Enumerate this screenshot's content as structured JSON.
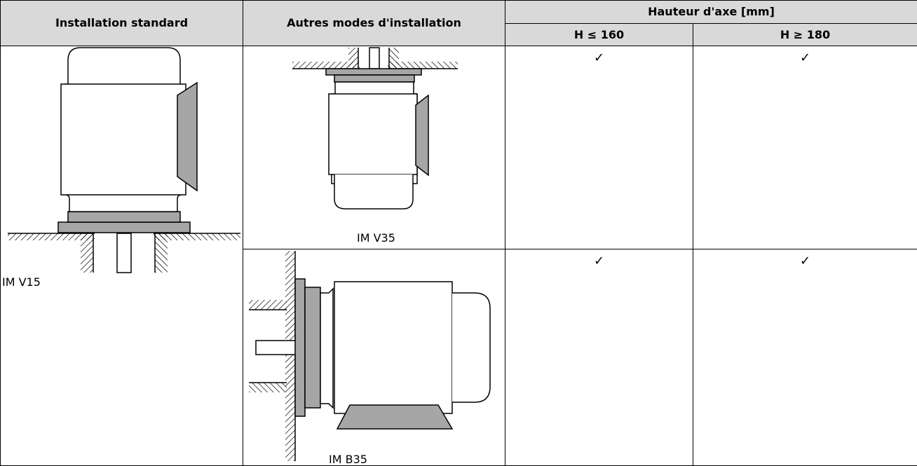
{
  "table": {
    "headers": {
      "standard": "Installation standard",
      "other_modes": "Autres modes d'installation",
      "axis_height": "Hauteur d'axe [mm]",
      "h_le_160": "H ≤ 160",
      "h_ge_180": "H ≥ 180"
    },
    "rows": [
      {
        "standard_caption": "IM V15",
        "other_caption": "IM V35",
        "h_le_160": "✓",
        "h_ge_180": "✓"
      },
      {
        "other_caption": "IM B35",
        "h_le_160": "✓",
        "h_ge_180": "✓"
      }
    ]
  },
  "colors": {
    "header_bg": "#d9d9d9",
    "motor_fill": "#a6a6a6",
    "line": "#000000"
  }
}
